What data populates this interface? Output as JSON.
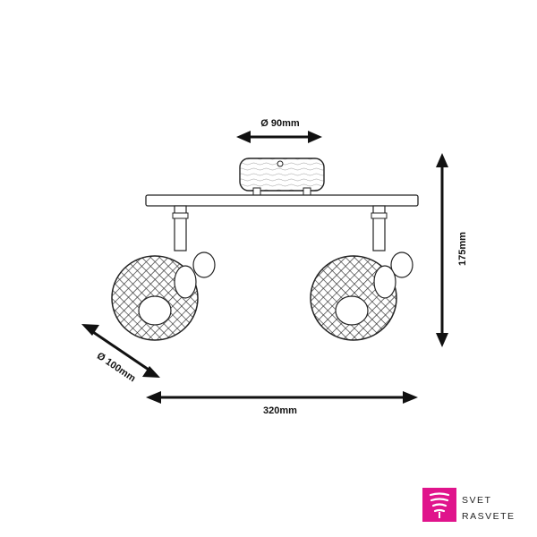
{
  "dimensions": {
    "canopy_diameter": "Ø 90mm",
    "height": "175mm",
    "shade_diameter": "Ø 100mm",
    "width": "320mm"
  },
  "logo": {
    "line1": "SVET",
    "line2": "RASVETE",
    "icon": "lightbulb-logo-icon",
    "accent_color": "#e0148c"
  },
  "colors": {
    "line": "#222222",
    "arrow": "#111111"
  }
}
